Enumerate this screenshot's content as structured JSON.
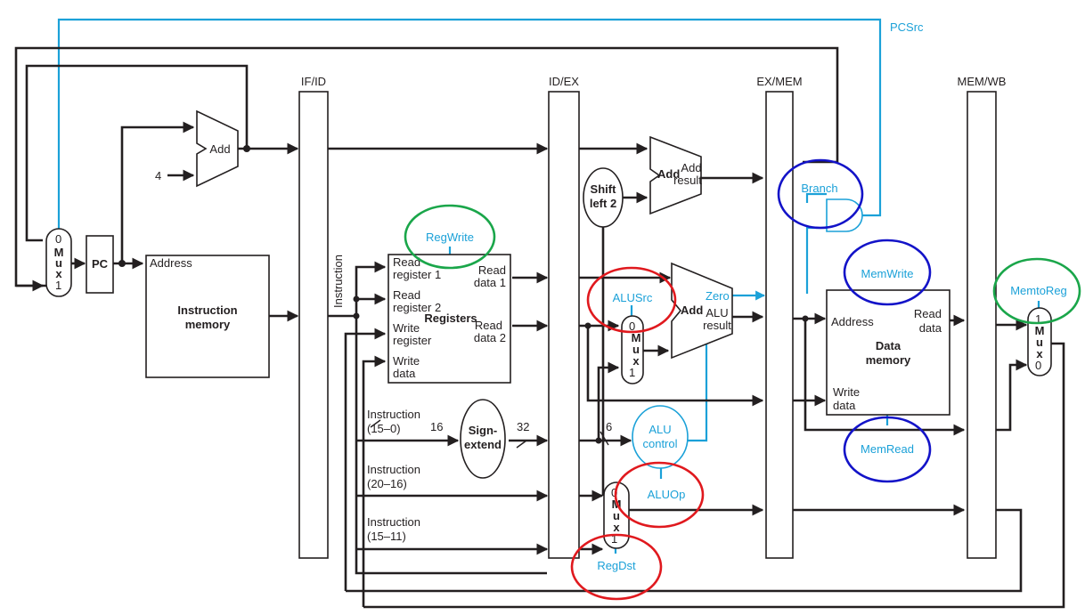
{
  "pipeline_registers": [
    "IF/ID",
    "ID/EX",
    "EX/MEM",
    "MEM/WB"
  ],
  "components": {
    "pc": "PC",
    "pc_adder": "Add",
    "pc_increment": "4",
    "instruction_memory": [
      "Instruction",
      "memory"
    ],
    "instruction_memory_port": "Address",
    "instruction_label": "Instruction",
    "registers": "Registers",
    "register_ports": {
      "read_register_1": [
        "Read",
        "register 1"
      ],
      "read_register_2": [
        "Read",
        "register 2"
      ],
      "write_register": [
        "Write",
        "register"
      ],
      "write_data": [
        "Write",
        "data"
      ],
      "read_data_1": [
        "Read",
        "data 1"
      ],
      "read_data_2": [
        "Read",
        "data 2"
      ]
    },
    "sign_extend": [
      "Sign-",
      "extend"
    ],
    "sign_extend_in_width": "16",
    "sign_extend_out_width": "32",
    "alu_control_width": "6",
    "shift_left_2": [
      "Shift",
      "left 2"
    ],
    "branch_adder": "Add",
    "branch_adder_output": [
      "Add",
      "result"
    ],
    "alu": "Add",
    "alu_outputs": {
      "zero": "Zero",
      "result": [
        "ALU",
        "result"
      ]
    },
    "alu_control": [
      "ALU",
      "control"
    ],
    "data_memory": [
      "Data",
      "memory"
    ],
    "data_memory_ports": {
      "address": "Address",
      "write_data": [
        "Write",
        "data"
      ],
      "read_data": [
        "Read",
        "data"
      ]
    },
    "mux_label": [
      "M",
      "u",
      "x"
    ],
    "mux_inputs": {
      "zero": "0",
      "one": "1"
    },
    "instruction_fields": [
      [
        "Instruction",
        "(15–0)"
      ],
      [
        "Instruction",
        "(20–16)"
      ],
      [
        "Instruction",
        "(15–11)"
      ]
    ]
  },
  "control_signals": {
    "pcsrc": "PCSrc",
    "branch": "Branch",
    "regwrite": "RegWrite",
    "alusrc": "ALUSrc",
    "aluop": "ALUOp",
    "regdst": "RegDst",
    "memwrite": "MemWrite",
    "memread": "MemRead",
    "memtoreg": "MemtoReg"
  },
  "colors": {
    "datapath": "#231f20",
    "control": "#1ba1d8",
    "highlight_id_stage": "#1aa64a",
    "highlight_ex_stage": "#e0191e",
    "highlight_mem_stage": "#1313c8"
  }
}
